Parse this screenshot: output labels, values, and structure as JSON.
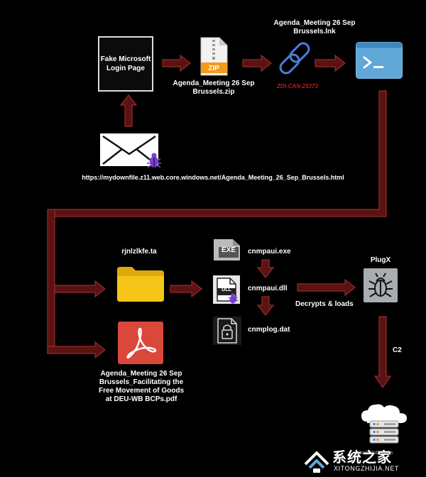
{
  "nodes": {
    "fake_login": "Fake Microsoft\nLogin Page",
    "zip_badge": "ZIP",
    "zip_file": "Agenda_Meeting 26 Sep\nBrussels.zip",
    "lnk_file": "Agenda_Meeting 26 Sep\nBrussels.lnk",
    "cve": "ZDI-CAN-25373",
    "url": "https://mydownfile.z11.web.core.windows.net/Agenda_Meeting_26_Sep_Brussels.html",
    "folder": "rjnlzlkfe.ta",
    "exe_badge": "EXE",
    "exe_file": "cnmpaui.exe",
    "dll_badge": "DLL",
    "dll_file": "cnmpaui.dll",
    "dat_file": "cnmplog.dat",
    "plugx": "PlugX",
    "decrypts": "Decrypts & loads",
    "c2": "C2",
    "pdf_file": "Agenda_Meeting 26 Sep\nBrussels_Facilitating the\nFree Movement of Goods\nat DEU-WB BCPs.pdf"
  },
  "watermark": {
    "text": "系统之家",
    "url": "XITONGZHIJIA.NET",
    "behind_text": "oxpoint.cores"
  },
  "colors": {
    "background": "#000000",
    "arrow": "#5a1313",
    "arrow_outline": "#9a2a2a",
    "terminal": "#5fa8d8",
    "folder": "#f5c518",
    "pdf": "#d9483b",
    "cve": "#b81e1e",
    "chain": "#4a7fd4"
  }
}
